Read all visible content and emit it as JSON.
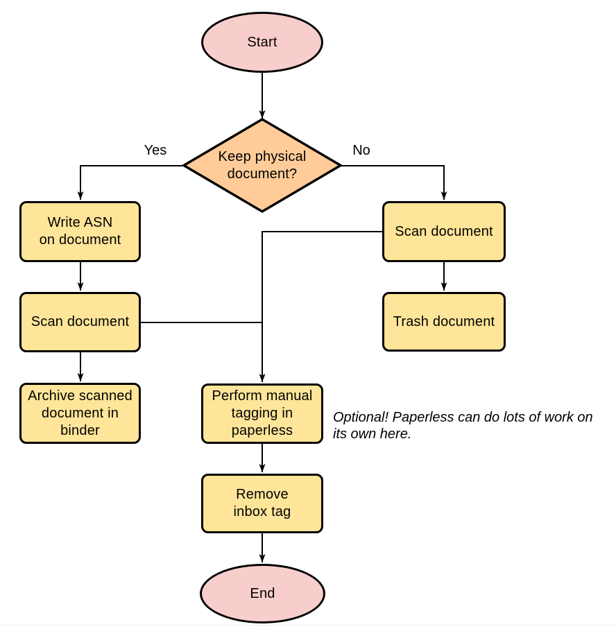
{
  "diagram": {
    "type": "flowchart",
    "nodes": {
      "start": {
        "label": "Start",
        "shape": "terminator"
      },
      "decision": {
        "label": "Keep physical\ndocument?",
        "shape": "decision"
      },
      "write_asn": {
        "label": "Write ASN\non document",
        "shape": "process"
      },
      "scan_left": {
        "label": "Scan document",
        "shape": "process"
      },
      "archive": {
        "label": "Archive scanned\ndocument in\nbinder",
        "shape": "process"
      },
      "scan_right": {
        "label": "Scan document",
        "shape": "process"
      },
      "trash": {
        "label": "Trash document",
        "shape": "process"
      },
      "tagging": {
        "label": "Perform manual\ntagging in\npaperless",
        "shape": "process"
      },
      "remove_inbox": {
        "label": "Remove\ninbox tag",
        "shape": "process"
      },
      "end": {
        "label": "End",
        "shape": "terminator"
      }
    },
    "edge_labels": {
      "yes": "Yes",
      "no": "No"
    },
    "edges": [
      {
        "from": "start",
        "to": "decision",
        "label": ""
      },
      {
        "from": "decision",
        "to": "write_asn",
        "label": "Yes"
      },
      {
        "from": "decision",
        "to": "scan_right",
        "label": "No"
      },
      {
        "from": "write_asn",
        "to": "scan_left",
        "label": ""
      },
      {
        "from": "scan_left",
        "to": "archive",
        "label": ""
      },
      {
        "from": "scan_left",
        "to": "tagging",
        "label": ""
      },
      {
        "from": "scan_right",
        "to": "trash",
        "label": ""
      },
      {
        "from": "scan_right",
        "to": "tagging",
        "label": ""
      },
      {
        "from": "tagging",
        "to": "remove_inbox",
        "label": ""
      },
      {
        "from": "remove_inbox",
        "to": "end",
        "label": ""
      }
    ],
    "note": "Optional! Paperless can do lots of work on\nits own here.",
    "colors": {
      "terminator_fill": "#f8cecc",
      "decision_fill": "#ffcc99",
      "process_fill": "#ffe599",
      "stroke": "#000000",
      "connector": "#000000",
      "page_edge": "#ededea"
    }
  }
}
